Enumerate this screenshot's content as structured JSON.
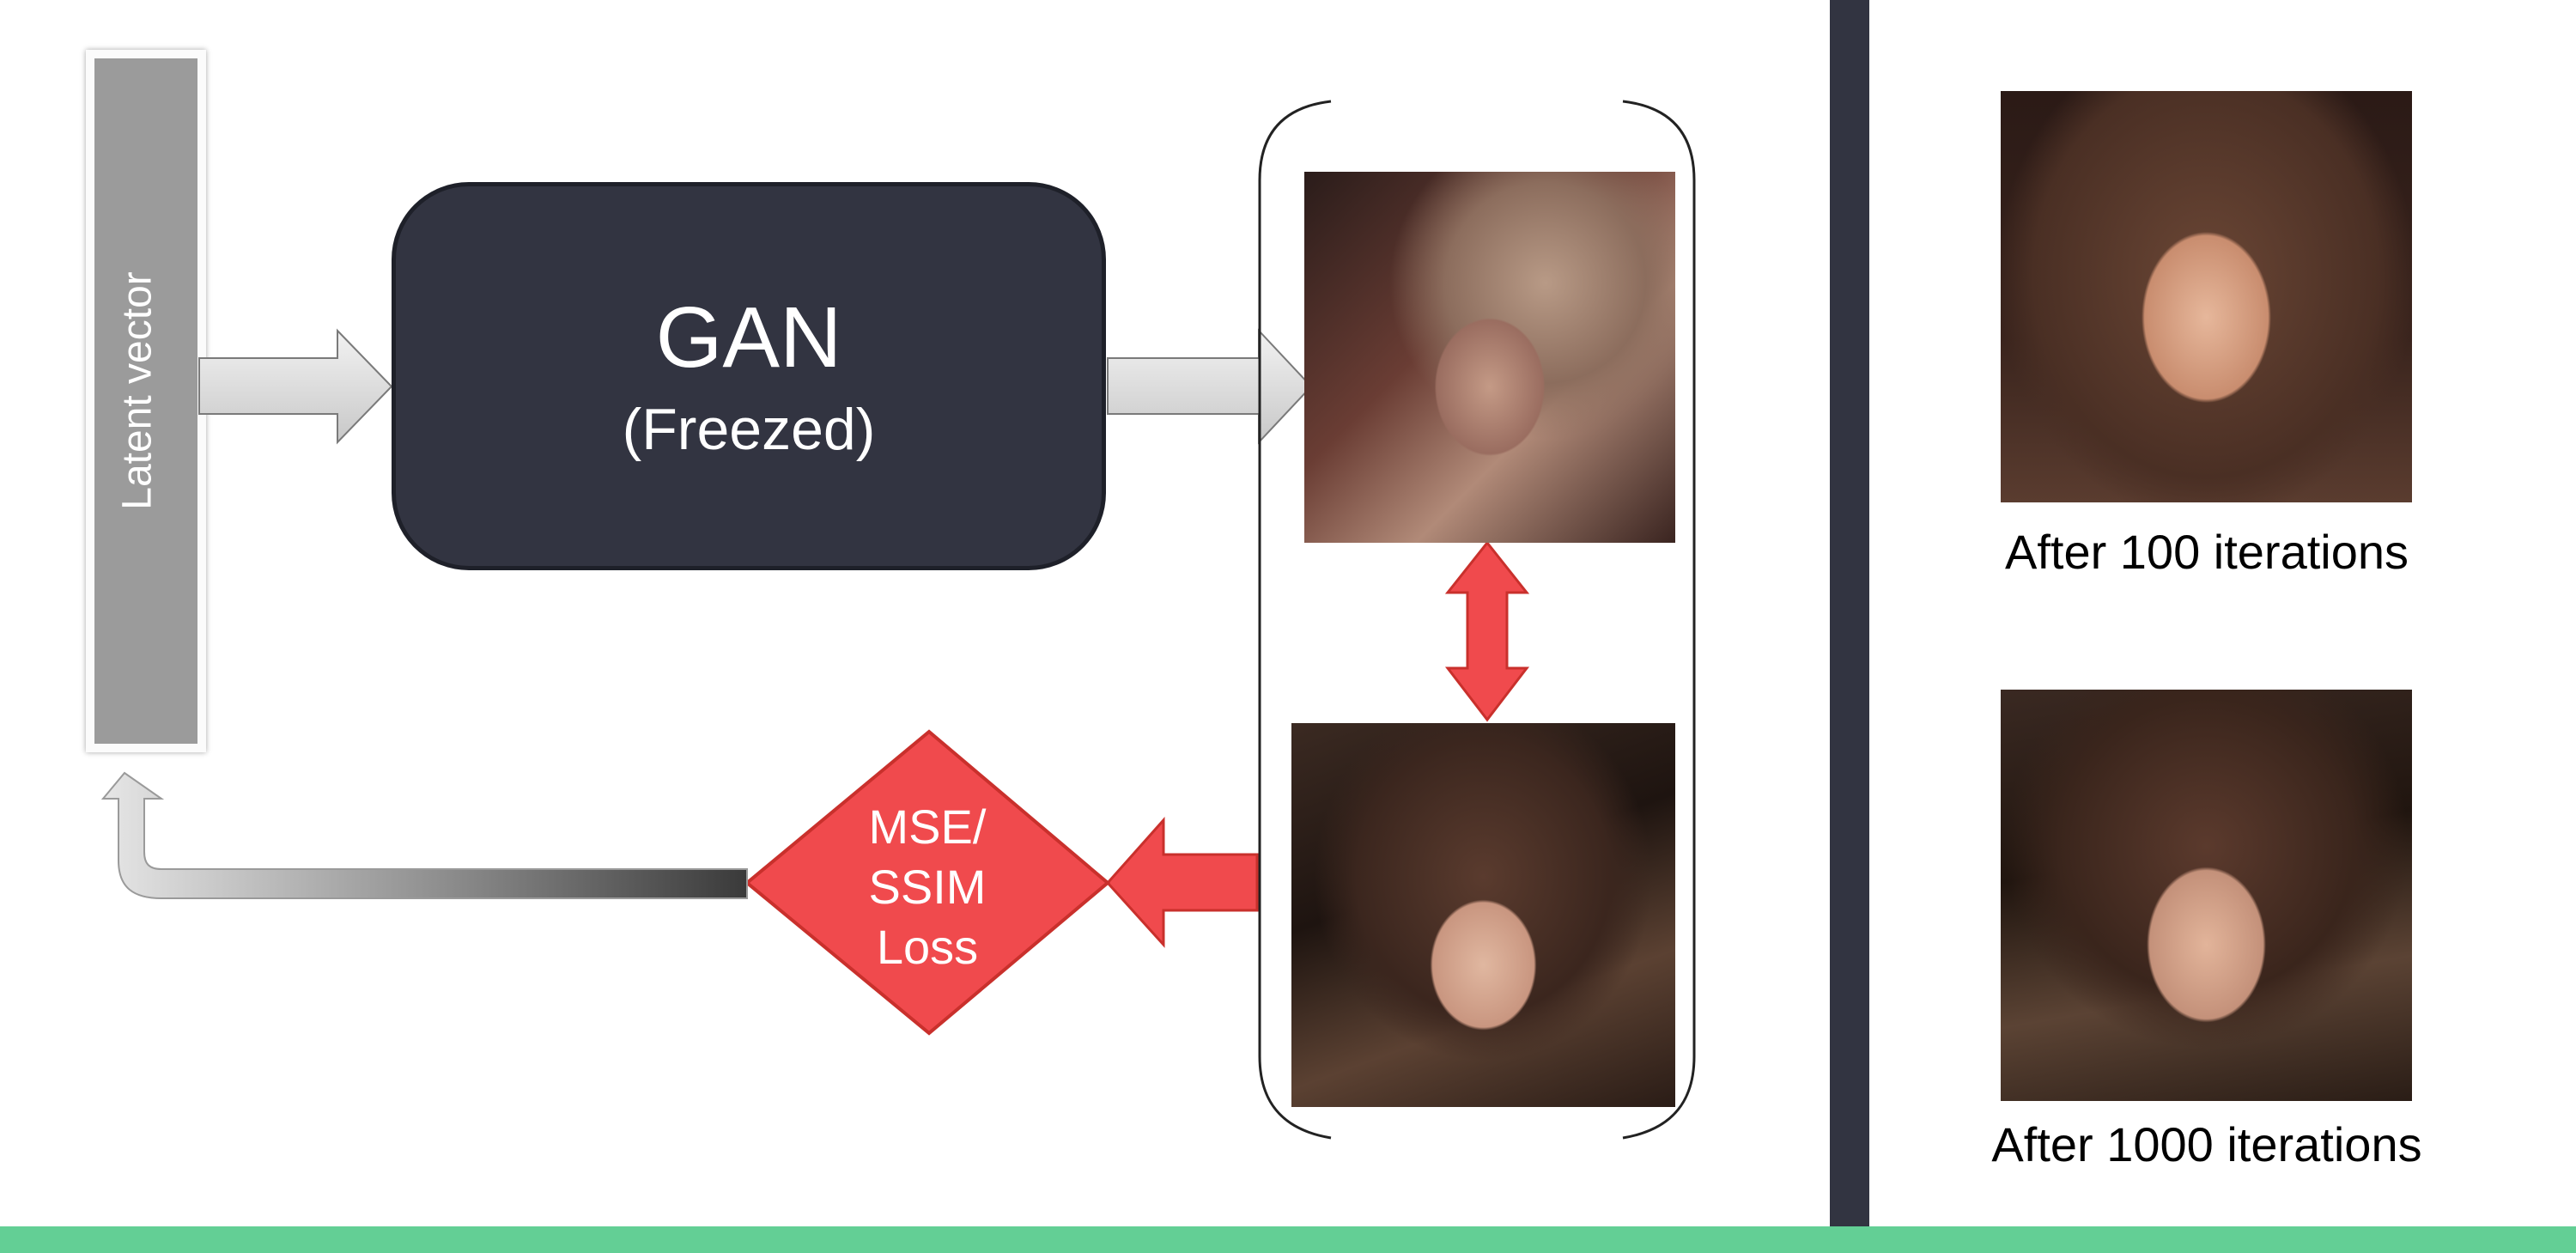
{
  "latent_vector": {
    "label": "Latent vector"
  },
  "gan": {
    "title": "GAN",
    "subtitle": "(Freezed)"
  },
  "loss": {
    "lines": [
      "MSE/",
      "SSIM",
      "Loss"
    ]
  },
  "results": {
    "caption_100": "After 100 iterations",
    "caption_1000": "After 1000 iterations"
  },
  "colors": {
    "gan_box": "#323441",
    "loss_red": "#f04a4d",
    "arrow_gray": "#dcdcdc",
    "latent_gray": "#9b9b9b",
    "divider": "#323441",
    "accent_green": "#63cf95"
  }
}
